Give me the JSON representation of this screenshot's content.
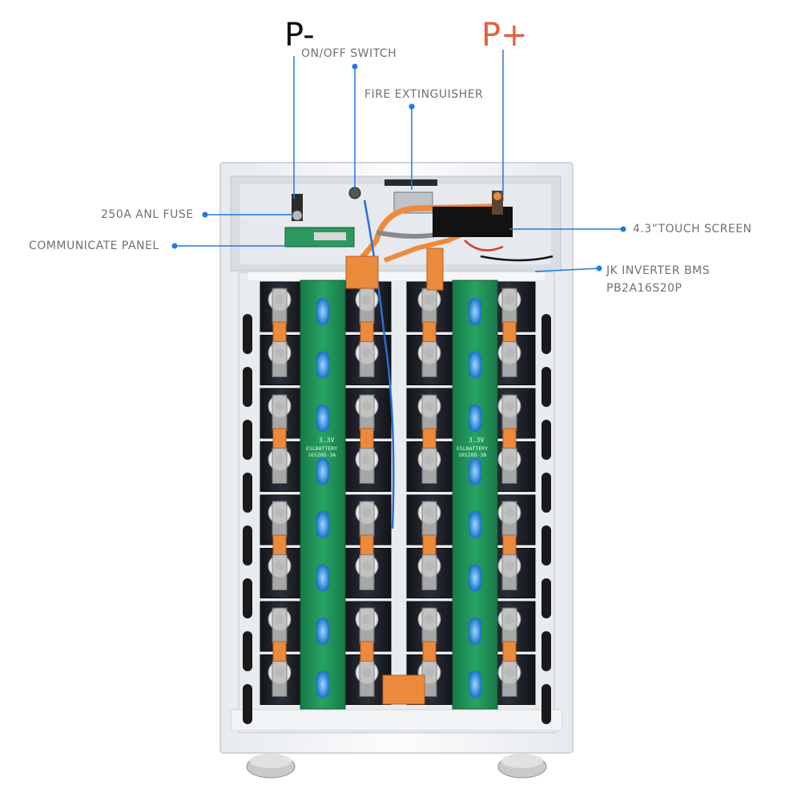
{
  "colors": {
    "leader_line": "#1f7ae0",
    "label_text": "#707070",
    "p_minus": "#111111",
    "p_plus": "#e2613d",
    "cabinet": "#f4f6f8",
    "battery_cell": "#1d2129",
    "bms_board": "#1f8f55",
    "busbar": "#ec8a3c",
    "terminal": "#c9c9c9"
  },
  "terminals": {
    "negative": "P-",
    "positive": "P+"
  },
  "callouts": {
    "onoff_switch": "ON/OFF SWITCH",
    "fire_extinguisher": "FIRE EXTINGUISHER",
    "anl_fuse": "250A ANL FUSE",
    "communicate_panel": "COMMUNICATE PANEL",
    "touch_screen": "4.3”TOUCH SCREEN",
    "bms_line1": "JK INVERTER BMS",
    "bms_line2": "PB2A16S20P"
  },
  "board_text": {
    "left_volt": "3.3V",
    "left_brand": "ESLBATTERY",
    "left_model": "16S20D-3A",
    "right_volt": "3.3V",
    "right_brand": "ESLBATTERY",
    "right_model": "16S20D-3B"
  },
  "icons": [
    "leader-dot-icon",
    "battery-cell-icon",
    "terminal-bolt-icon",
    "caster-wheel-icon"
  ]
}
